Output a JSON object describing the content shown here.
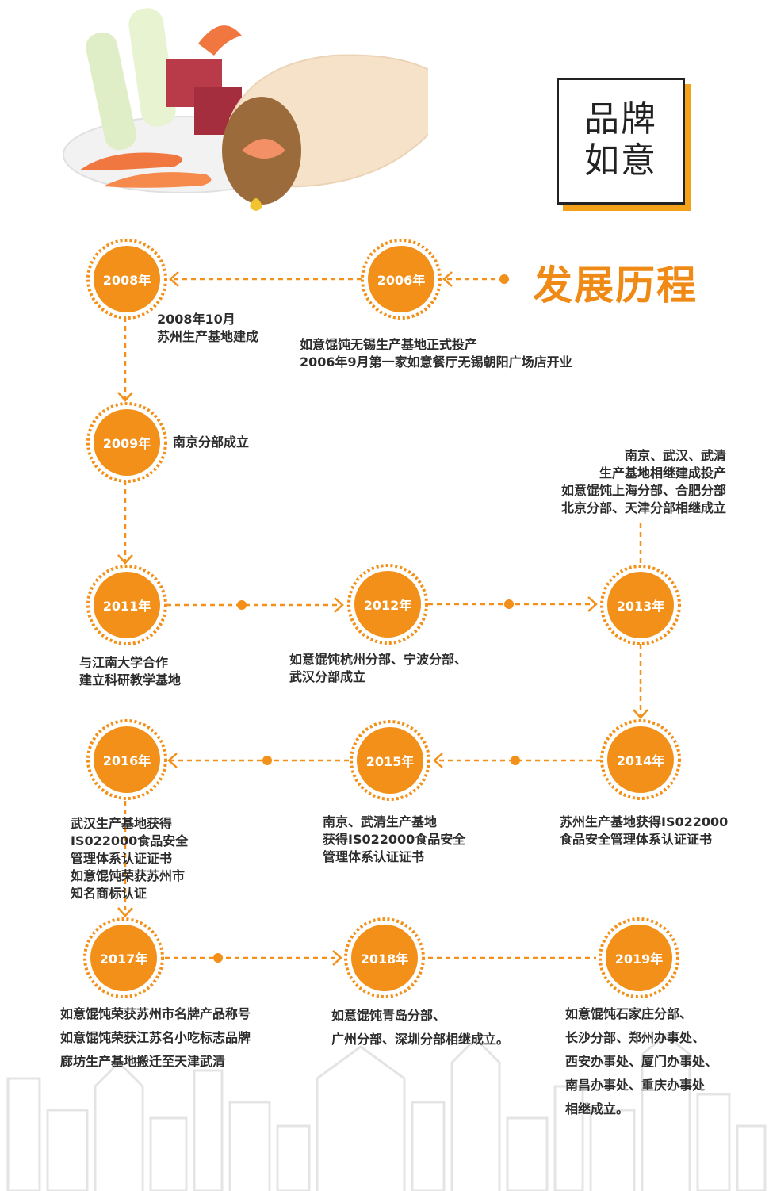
{
  "header": {
    "badge_line1": "品牌",
    "badge_line2": "如意",
    "title": "发展历程"
  },
  "colors": {
    "accent": "#f08a16",
    "node": "#f39019",
    "text": "#2c2c2c",
    "skyline": "#e6e6e6"
  },
  "timeline": [
    {
      "year": "2006年",
      "desc": [
        "如意馄饨无锡生产基地正式投产",
        "2006年9月第一家如意餐厅无锡朝阳广场店开业"
      ]
    },
    {
      "year": "2008年",
      "desc": [
        "2008年10月",
        "苏州生产基地建成"
      ]
    },
    {
      "year": "2009年",
      "desc": [
        "南京分部成立"
      ]
    },
    {
      "year": "2011年",
      "desc": [
        "与江南大学合作",
        "建立科研教学基地"
      ]
    },
    {
      "year": "2012年",
      "desc": [
        "如意馄饨杭州分部、宁波分部、",
        "武汉分部成立"
      ]
    },
    {
      "year": "2013年",
      "desc": [
        "南京、武汉、武清",
        "生产基地相继建成投产",
        "如意馄饨上海分部、合肥分部",
        "北京分部、天津分部相继成立"
      ]
    },
    {
      "year": "2014年",
      "desc": [
        "苏州生产基地获得IS022000",
        "食品安全管理体系认证证书"
      ]
    },
    {
      "year": "2015年",
      "desc": [
        "南京、武清生产基地",
        "获得IS022000食品安全",
        "管理体系认证证书"
      ]
    },
    {
      "year": "2016年",
      "desc": [
        "武汉生产基地获得",
        "IS022000食品安全",
        "管理体系认证证书",
        "如意馄饨荣获苏州市",
        "知名商标认证"
      ]
    },
    {
      "year": "2017年",
      "desc": [
        "如意馄饨荣获苏州市名牌产品称号",
        "如意馄饨荣获江苏名小吃标志品牌",
        "廊坊生产基地搬迁至天津武清"
      ]
    },
    {
      "year": "2018年",
      "desc": [
        "如意馄饨青岛分部、",
        "广州分部、深圳分部相继成立。"
      ]
    },
    {
      "year": "2019年",
      "desc": [
        "如意馄饨石家庄分部、",
        "长沙分部、郑州办事处、",
        "西安办事处、厦门办事处、",
        "南昌办事处、重庆办事处",
        "相继成立。"
      ]
    }
  ]
}
